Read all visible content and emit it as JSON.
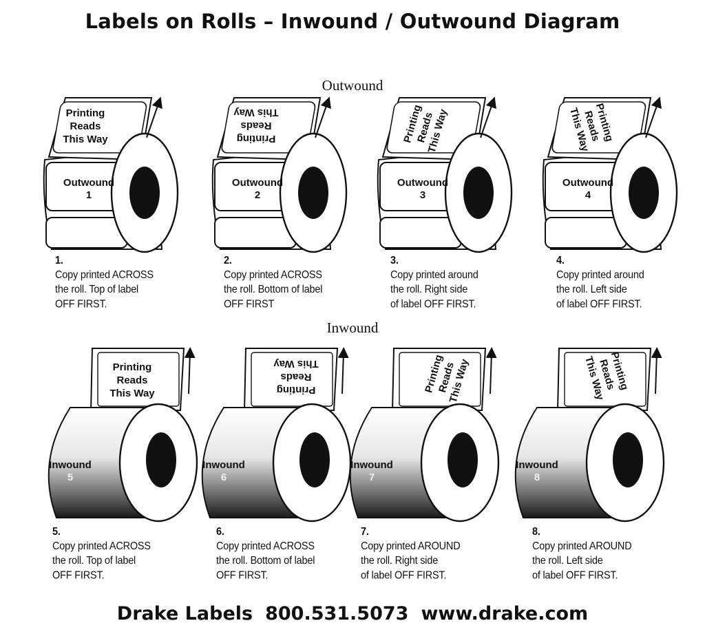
{
  "title": "Labels on Rolls –  Inwound / Outwound Diagram",
  "sections": {
    "outwound": "Outwound",
    "inwound": "Inwound"
  },
  "print_text": {
    "printing": "Printing",
    "reads": "Reads",
    "this_way": "This Way"
  },
  "rolls": [
    {
      "id": 1,
      "type": "Outwound",
      "num": "1",
      "caption": {
        "num": "1.",
        "lines": [
          "Copy printed ACROSS",
          "the roll. Top of label",
          "OFF FIRST."
        ]
      }
    },
    {
      "id": 2,
      "type": "Outwound",
      "num": "2",
      "caption": {
        "num": "2.",
        "lines": [
          "Copy printed ACROSS",
          "the roll. Bottom of label",
          "OFF FIRST"
        ]
      }
    },
    {
      "id": 3,
      "type": "Outwound",
      "num": "3",
      "caption": {
        "num": "3.",
        "lines": [
          "Copy printed around",
          "the roll. Right side",
          "of label OFF FIRST."
        ]
      }
    },
    {
      "id": 4,
      "type": "Outwound",
      "num": "4",
      "caption": {
        "num": "4.",
        "lines": [
          "Copy printed around",
          "the roll. Left side",
          "of label OFF FIRST."
        ]
      }
    },
    {
      "id": 5,
      "type": "Inwound",
      "num": "5",
      "caption": {
        "num": "5.",
        "lines": [
          "Copy printed ACROSS",
          "the roll. Top of label",
          "OFF FIRST."
        ]
      }
    },
    {
      "id": 6,
      "type": "Inwound",
      "num": "6",
      "caption": {
        "num": "6.",
        "lines": [
          "Copy printed ACROSS",
          "the roll. Bottom of label",
          "OFF FIRST."
        ]
      }
    },
    {
      "id": 7,
      "type": "Inwound",
      "num": "7",
      "caption": {
        "num": "7.",
        "lines": [
          "Copy printed AROUND",
          "the roll. Right side",
          "of label OFF FIRST."
        ]
      }
    },
    {
      "id": 8,
      "type": "Inwound",
      "num": "8",
      "caption": {
        "num": "8.",
        "lines": [
          "Copy printed AROUND",
          "the roll. Left side",
          "of label OFF FIRST."
        ]
      }
    }
  ],
  "footer": {
    "company": "Drake Labels",
    "phone": "800.531.5073",
    "website": "www.drake.com"
  }
}
